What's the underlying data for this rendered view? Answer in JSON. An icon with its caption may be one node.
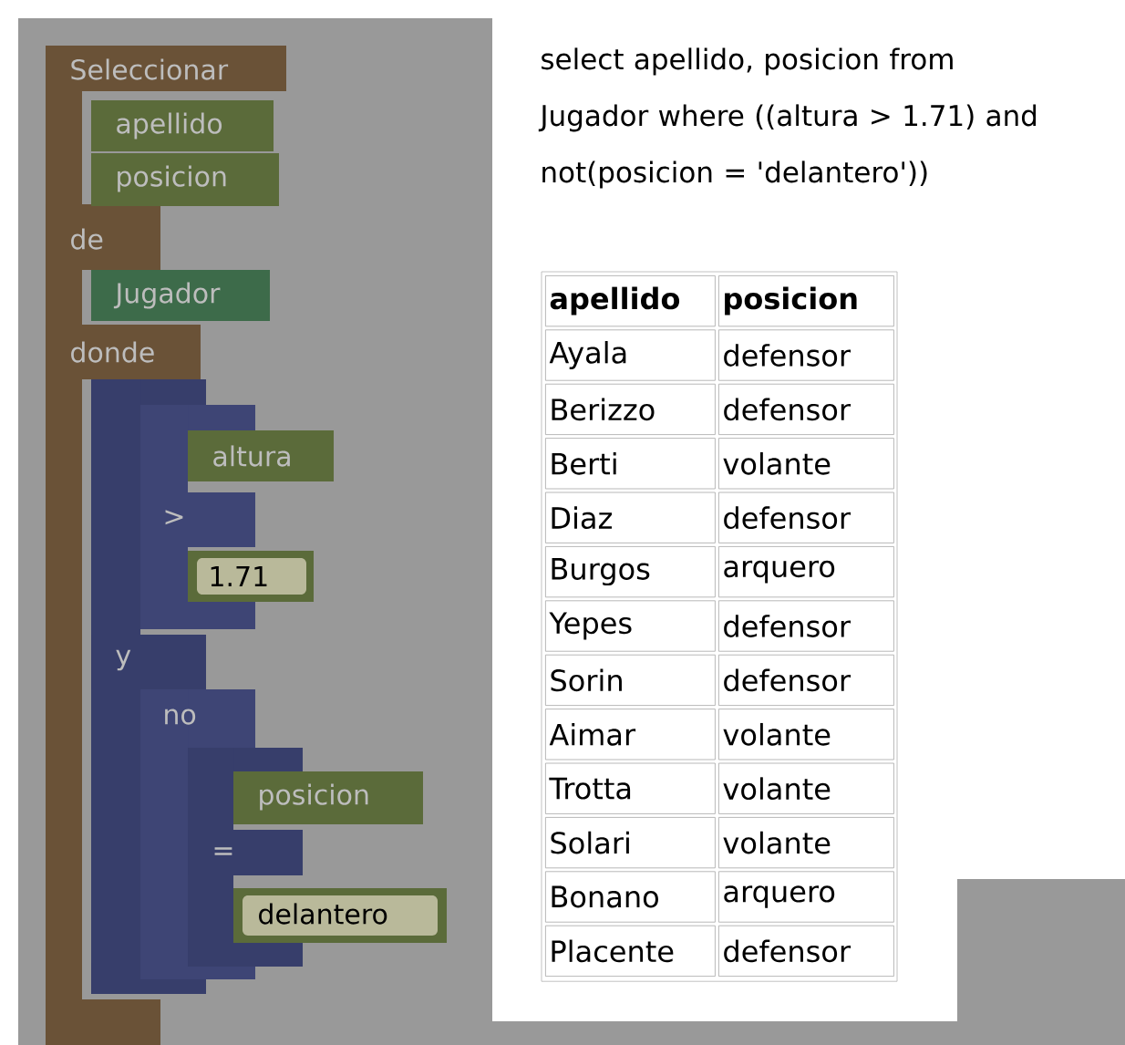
{
  "diagram": {
    "nodes": [
      {
        "text": [
          "Seleccionar",
          "de",
          "donde"
        ]
      },
      {
        "text": [
          "apellido"
        ],
        "in": 0
      },
      {
        "text": [
          "posicion"
        ],
        "in": 0
      },
      {
        "text": [
          "Jugador"
        ],
        "in": 0
      },
      {
        "text": [
          "y"
        ],
        "in": 0
      },
      {
        "text": [
          ">"
        ],
        "in": 0
      },
      {
        "text": [
          "altura"
        ]
      },
      {
        "text": [
          "1.71"
        ]
      },
      {
        "text": [
          "no"
        ],
        "in": 0
      },
      {
        "text": [
          "="
        ]
      },
      {
        "text": [
          "posicion"
        ]
      },
      {
        "text": [
          "delantero"
        ]
      }
    ],
    "labels": [
      "select apellido, posicion from Jugador where ((altura > 1.71) and not(posicion = 'delantero'))",
      "apellido",
      "posicion",
      "Ayala",
      "defensor",
      "Berizzo",
      "defensor",
      "Berti",
      "volante",
      "Diaz",
      "defensor",
      "Burgos",
      "arquero",
      "Yepes",
      "defensor",
      "Sorin",
      "defensor",
      "Aimar",
      "volante",
      "Trotta",
      "volante",
      "Solari",
      "volante",
      "Bonano",
      "arquero",
      "Placente",
      "defensor"
    ]
  }
}
